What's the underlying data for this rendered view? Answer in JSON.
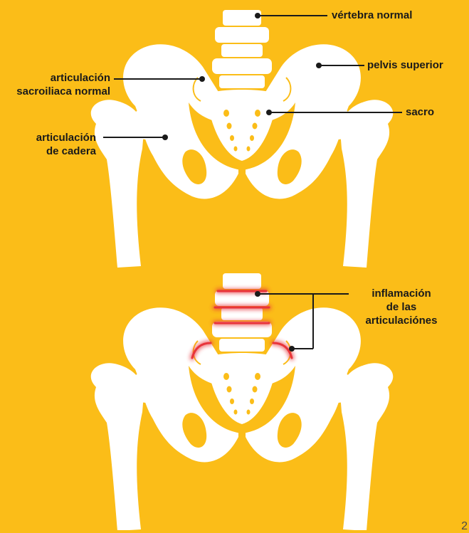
{
  "labels": {
    "vertebra": "vértebra normal",
    "pelvis": "pelvis superior",
    "si_joint": [
      "articulación",
      "sacroiliaca normal"
    ],
    "sacrum": "sacro",
    "hip": [
      "articulación",
      "de cadera"
    ],
    "inflammation": [
      "inflamación",
      "de las",
      "articulaciónes"
    ]
  },
  "page_number": "2",
  "colors": {
    "background": "#fbbd18",
    "bone": "#ffffff",
    "inflammation": "#e8343a",
    "text": "#1a1a1a"
  }
}
